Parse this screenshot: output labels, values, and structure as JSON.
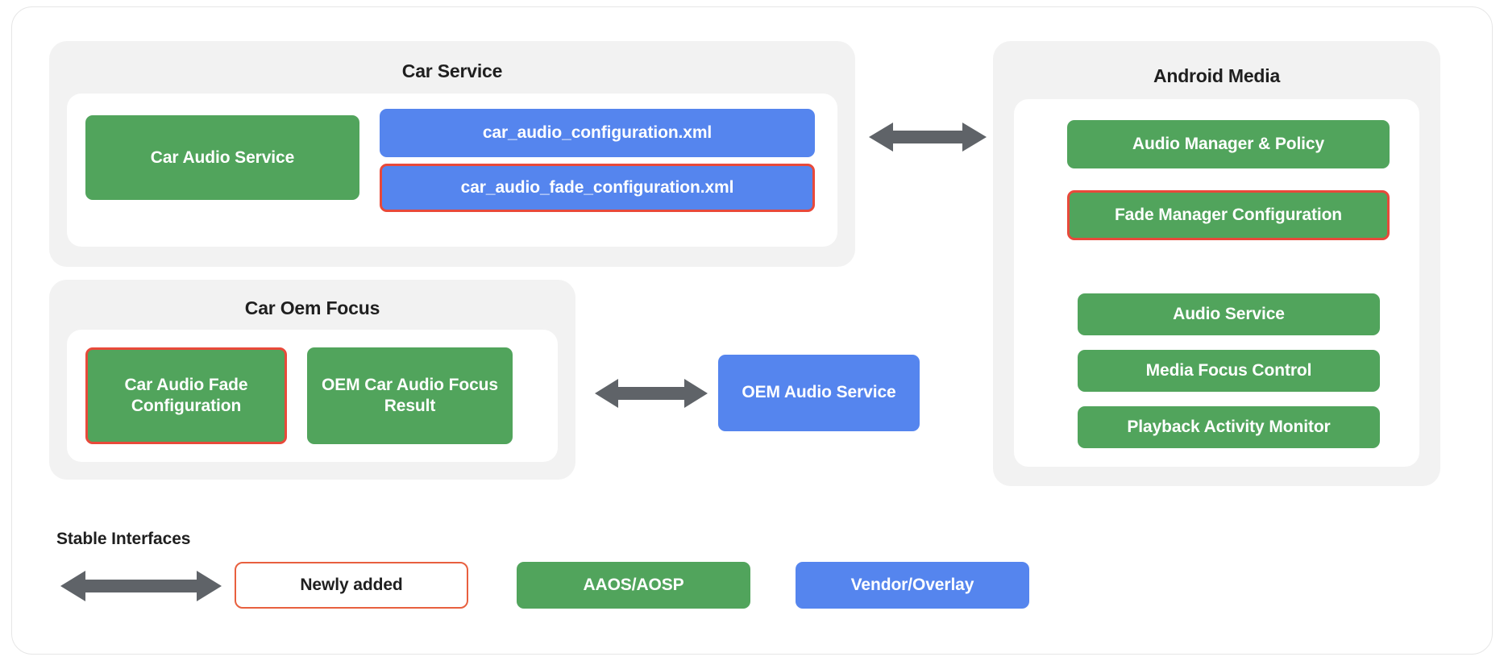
{
  "diagram": {
    "groups": [
      {
        "id": "car-service",
        "title": "Car Service",
        "nodes": [
          {
            "label": "Car Audio Service",
            "kind": "green"
          },
          {
            "label": "car_audio_configuration.xml",
            "kind": "blue"
          },
          {
            "label": "car_audio_fade_configuration.xml",
            "kind": "blue",
            "highlight": true
          }
        ]
      },
      {
        "id": "car-oem-focus",
        "title": "Car Oem Focus",
        "nodes": [
          {
            "label": "Car Audio Fade Configuration",
            "kind": "green",
            "highlight": true
          },
          {
            "label": "OEM Car Audio Focus Result",
            "kind": "green"
          }
        ]
      },
      {
        "id": "android-media",
        "title": "Android Media",
        "nodes": [
          {
            "label": "Audio Manager & Policy",
            "kind": "green"
          },
          {
            "label": "Fade Manager Configuration",
            "kind": "green",
            "highlight": true
          },
          {
            "label": "Audio Service",
            "kind": "green"
          },
          {
            "label": "Media Focus Control",
            "kind": "green"
          },
          {
            "label": "Playback Activity Monitor",
            "kind": "green"
          }
        ]
      }
    ],
    "standalone_nodes": [
      {
        "id": "oem-audio-service",
        "label": "OEM Audio Service",
        "kind": "blue"
      }
    ],
    "arrows": [
      {
        "id": "car-service-to-android-media",
        "direction": "bidirectional"
      },
      {
        "id": "car-oem-focus-to-oem-audio-service",
        "direction": "bidirectional"
      }
    ]
  },
  "legend": {
    "stable_interfaces_label": "Stable Interfaces",
    "items": [
      {
        "id": "newly-added",
        "label": "Newly added",
        "kind": "outline"
      },
      {
        "id": "aaos-aosp",
        "label": "AAOS/AOSP",
        "kind": "green"
      },
      {
        "id": "vendor-overlay",
        "label": "Vendor/Overlay",
        "kind": "blue"
      }
    ],
    "arrow": {
      "id": "stable-interface-arrow",
      "direction": "bidirectional"
    }
  },
  "colors": {
    "green": "#51a45c",
    "blue": "#5585ee",
    "highlight_red": "#e8493a",
    "outline_red": "#e8603f",
    "arrow_grey": "#5f6368",
    "panel_grey": "#f2f2f2",
    "text_dark": "#1f1f1f"
  }
}
